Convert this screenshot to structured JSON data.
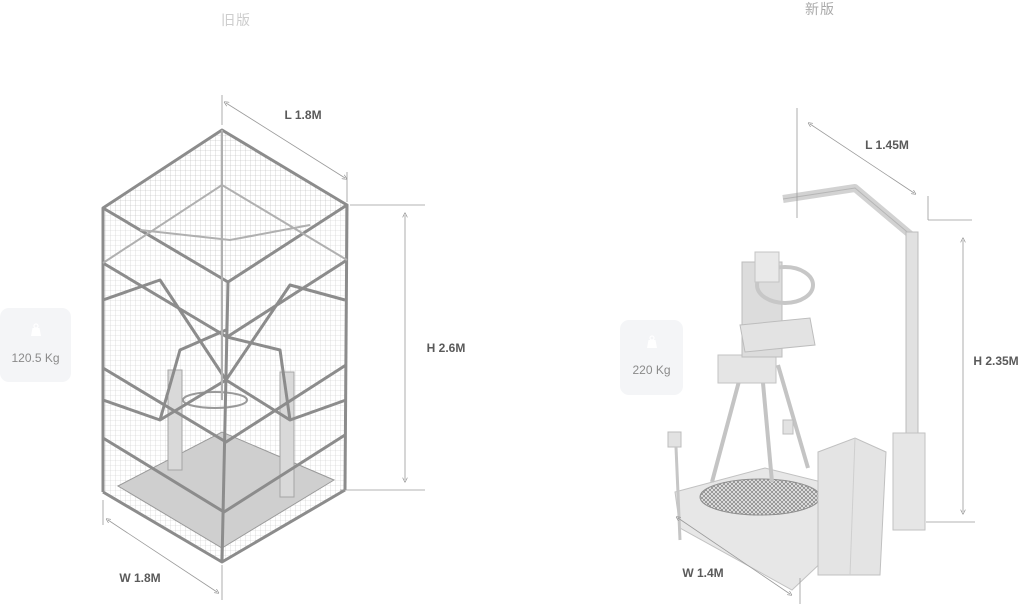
{
  "titles": {
    "old": "旧版",
    "new": "新版"
  },
  "old_model": {
    "length": "L 1.8M",
    "height": "H 2.6M",
    "width": "W 1.8M",
    "weight": "120.5 Kg"
  },
  "new_model": {
    "length": "L 1.45M",
    "height": "H 2.35M",
    "width": "W 1.4M",
    "weight": "220 Kg"
  },
  "icons": {
    "weight_badge": "weight-icon"
  },
  "colors": {
    "title": "#cdcdcd",
    "label": "#5a5a5a",
    "badge_bg": "#f4f5f7",
    "dimension_line": "#9a9a9a",
    "frame": "#8c8c8c"
  }
}
